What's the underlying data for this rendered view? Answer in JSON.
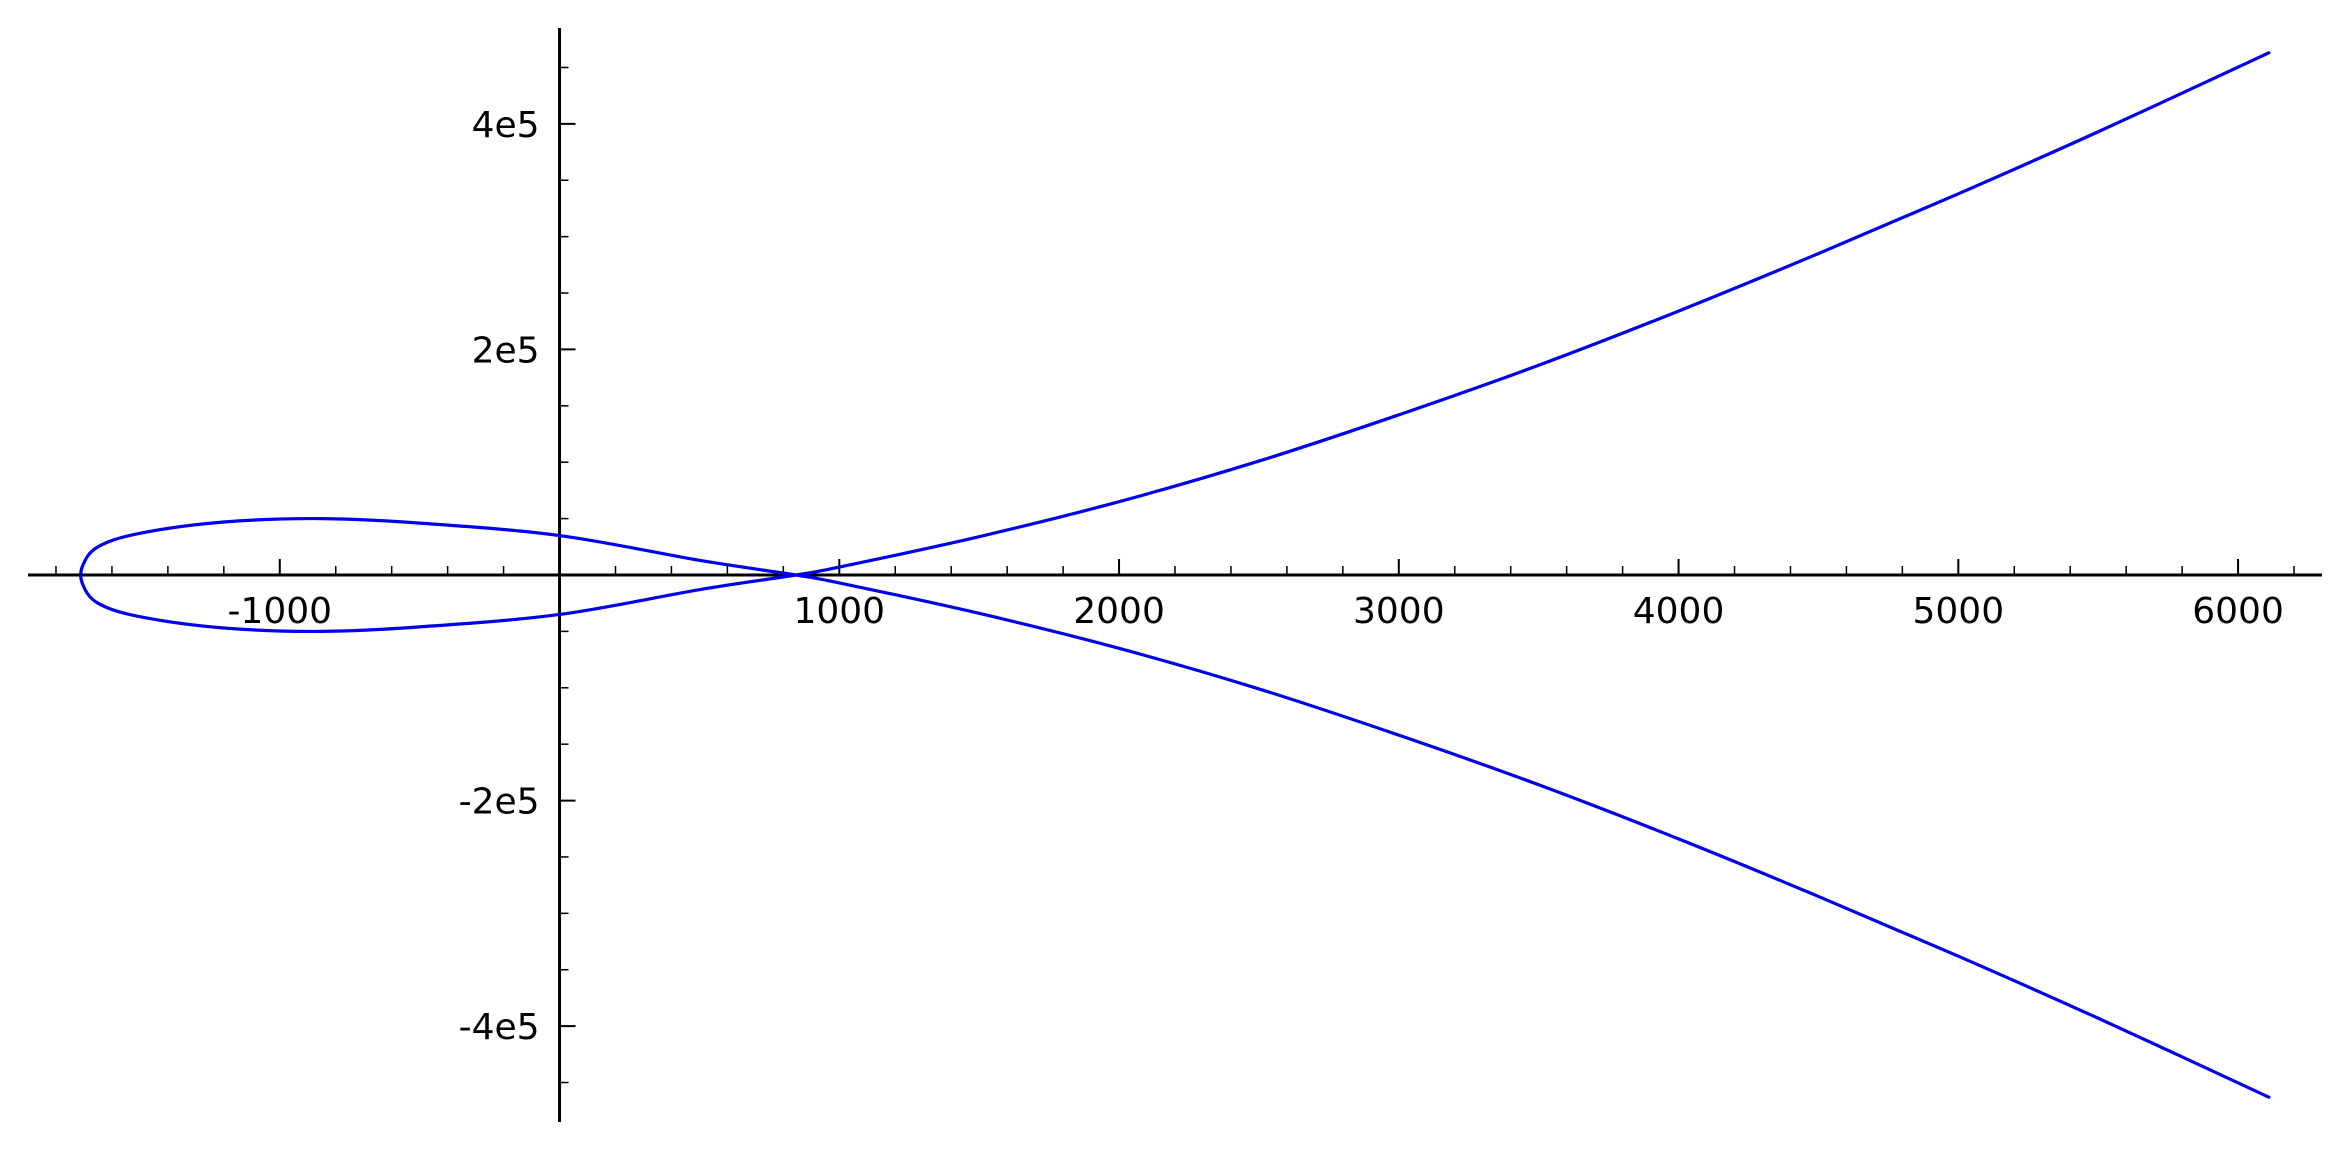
{
  "chart_data": {
    "type": "line",
    "title": "",
    "xlabel": "",
    "ylabel": "",
    "xlim": [
      -1900,
      6300
    ],
    "ylim": [
      -485000,
      485000
    ],
    "x_ticks": [
      -1000,
      1000,
      2000,
      3000,
      4000,
      5000,
      6000
    ],
    "x_tick_labels": [
      "-1000",
      "1000",
      "2000",
      "3000",
      "4000",
      "5000",
      "6000"
    ],
    "y_ticks": [
      400000,
      200000,
      -200000,
      -400000
    ],
    "y_tick_labels": [
      "4e5",
      "2e5",
      "-2e5",
      "-4e5"
    ],
    "x_minor_step": 200,
    "y_minor_step": 50000,
    "grid": false,
    "colors": {
      "curve": "#0000ee",
      "axes": "#000000"
    },
    "series": [
      {
        "points": [
          [
            6110,
            463000
          ],
          [
            5500,
            393000
          ],
          [
            5000,
            338000
          ],
          [
            4500,
            285000
          ],
          [
            4000,
            234000
          ],
          [
            3500,
            186000
          ],
          [
            3000,
            142000
          ],
          [
            2500,
            101000
          ],
          [
            2000,
            65000
          ],
          [
            1500,
            34000
          ],
          [
            1000,
            7000
          ],
          [
            845,
            0
          ],
          [
            500,
            -13000
          ],
          [
            0,
            -35000
          ],
          [
            -500,
            -46000
          ],
          [
            -850,
            -50000
          ],
          [
            -1200,
            -47000
          ],
          [
            -1500,
            -37000
          ],
          [
            -1650,
            -25000
          ],
          [
            -1705,
            -8000
          ],
          [
            -1705,
            8000
          ],
          [
            -1650,
            25000
          ],
          [
            -1500,
            37000
          ],
          [
            -1200,
            47000
          ],
          [
            -850,
            50000
          ],
          [
            -500,
            46000
          ],
          [
            0,
            35000
          ],
          [
            500,
            13000
          ],
          [
            845,
            0
          ],
          [
            1000,
            -7000
          ],
          [
            1500,
            -34000
          ],
          [
            2000,
            -65000
          ],
          [
            2500,
            -101000
          ],
          [
            3000,
            -142000
          ],
          [
            3500,
            -186000
          ],
          [
            4000,
            -234000
          ],
          [
            4500,
            -285000
          ],
          [
            5000,
            -338000
          ],
          [
            5500,
            -393000
          ],
          [
            6110,
            -463000
          ]
        ]
      }
    ]
  }
}
